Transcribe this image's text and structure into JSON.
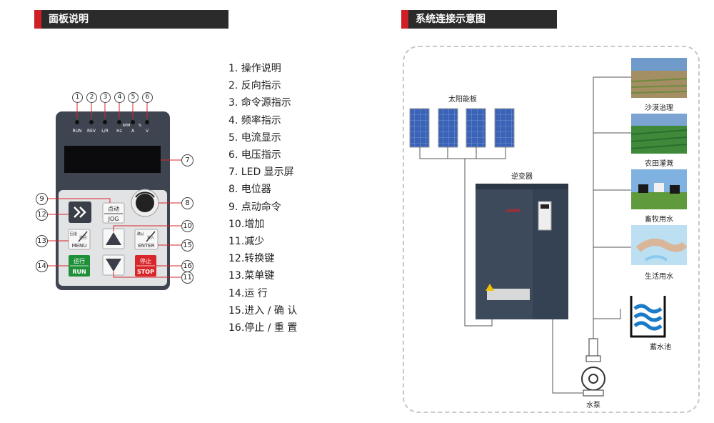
{
  "headers": {
    "panel": "面板说明",
    "system": "系统连接示意图"
  },
  "ops": [
    "1.  操作说明",
    "2.  反向指示",
    "3.  命令源指示",
    "4.  频率指示",
    "5.  电流显示",
    "6.  电压指示",
    "7.  LED 显示屏",
    "8.  电位器",
    "9.  点动命令",
    "10.增加",
    "11.减少",
    "12.转换键",
    "13.菜单键",
    "14.运 行",
    "15.进入 /  确  认",
    "16.停止 / 重 置"
  ],
  "panel": {
    "indicators": [
      "RUN",
      "REV",
      "L/R",
      "Hz",
      "A",
      "V"
    ],
    "unit_group": "RPM",
    "unit_percent": "%",
    "callouts": [
      "1",
      "2",
      "3",
      "4",
      "5",
      "6",
      "7",
      "8",
      "9",
      "10",
      "11",
      "12",
      "13",
      "14",
      "15",
      "16"
    ],
    "jog_top": "点动",
    "jog_bottom": "JOG",
    "menu_top": "回退",
    "menu_mid": "退回",
    "menu_bottom": "MENU",
    "enter_top": "确认",
    "enter_mid": "进入",
    "enter_bottom": "ENTER",
    "run_top": "运行",
    "run_bottom": "RUN",
    "stop_top": "停止",
    "stop_bottom": "STOP"
  },
  "system": {
    "solar_label": "太阳能板",
    "inverter_label": "逆变器",
    "inverter_brand": "AMEN",
    "pump_label": "水泵",
    "uses": [
      "沙漠治理",
      "农田灌溉",
      "畜牧用水",
      "生活用水",
      "蓄水池"
    ]
  },
  "colors": {
    "accent_red": "#d11f26",
    "header_dark": "#2b2b2b",
    "panel_body": "#3f4451",
    "run_green": "#1f8f3a",
    "stop_red": "#d8262a",
    "water_blue": "#1a7cc9"
  }
}
